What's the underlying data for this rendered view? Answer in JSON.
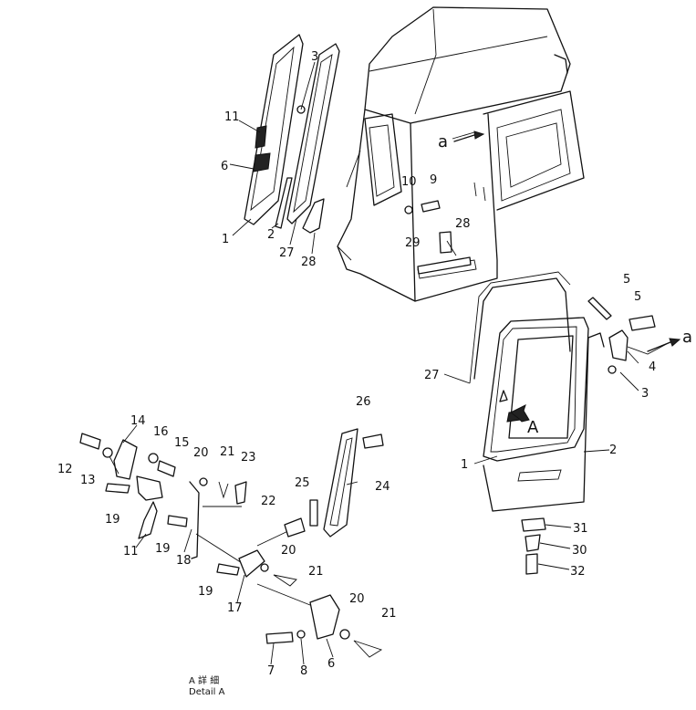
{
  "diagram": {
    "callouts": [
      "1",
      "2",
      "3",
      "4",
      "5",
      "6",
      "7",
      "8",
      "9",
      "10",
      "11",
      "12",
      "13",
      "14",
      "15",
      "16",
      "17",
      "18",
      "19",
      "20",
      "21",
      "22",
      "23",
      "24",
      "25",
      "26",
      "27",
      "28",
      "29",
      "30",
      "31",
      "32"
    ],
    "view_marks": {
      "a": "a",
      "A": "A"
    },
    "detail_caption": {
      "jp": "A 詳 細",
      "en": "Detail A"
    }
  }
}
